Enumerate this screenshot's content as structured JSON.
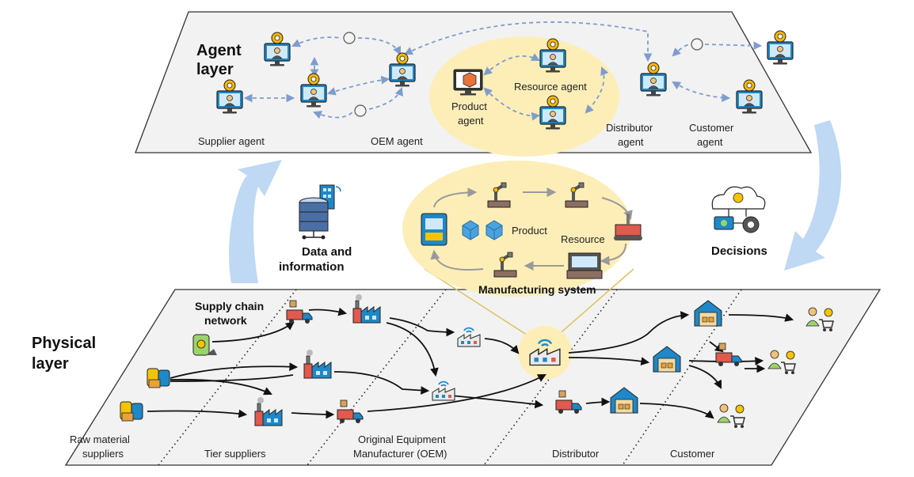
{
  "agent_layer": {
    "title_line1": "Agent",
    "title_line2": "layer",
    "agents": {
      "supplier": "Supplier agent",
      "oem": "OEM agent",
      "product_line1": "Product",
      "product_line2": "agent",
      "resource": "Resource agent",
      "distributor_line1": "Distributor",
      "distributor_line2": "agent",
      "customer_line1": "Customer",
      "customer_line2": "agent"
    }
  },
  "flows": {
    "data_line1": "Data and",
    "data_line2": "information",
    "decisions": "Decisions"
  },
  "manufacturing_system": {
    "title": "Manufacturing system",
    "product": "Product",
    "resource": "Resource"
  },
  "physical_layer": {
    "title_line1": "Physical",
    "title_line2": "layer",
    "network_line1": "Supply chain",
    "network_line2": "network",
    "stages": {
      "raw_line1": "Raw material",
      "raw_line2": "suppliers",
      "tier": "Tier suppliers",
      "oem_line1": "Original Equipment",
      "oem_line2": "Manufacturer (OEM)",
      "distributor": "Distributor",
      "customer": "Customer"
    }
  },
  "colors": {
    "layer_fill": "#f2f2f2",
    "highlight_fill": "#fdeeb8",
    "arrow_blue": "#bcd6f2",
    "dashed_link": "#7f9ccc",
    "factory_red": "#e05a4e",
    "monitor_blue": "#1e88c8"
  }
}
